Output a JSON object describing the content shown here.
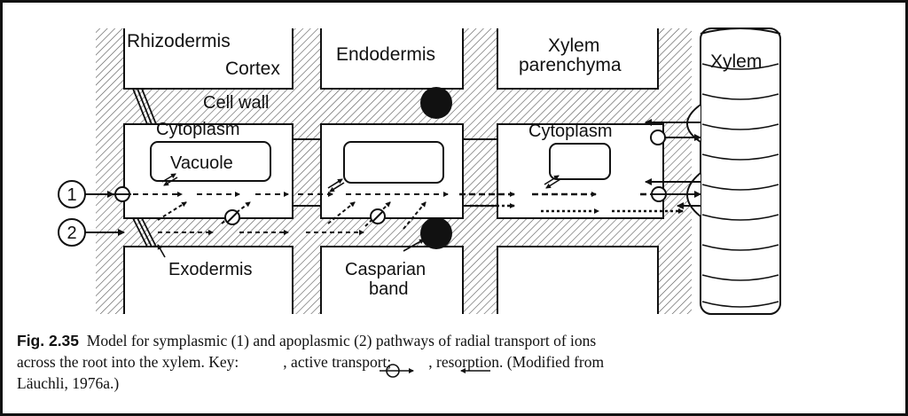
{
  "labels": {
    "rhizodermis": "Rhizodermis",
    "cortex": "Cortex",
    "endodermis": "Endodermis",
    "xylem_parenchyma_1": "Xylem",
    "xylem_parenchyma_2": "parenchyma",
    "xylem": "Xylem",
    "cell_wall": "Cell wall",
    "cytoplasm_left": "Cytoplasm",
    "cytoplasm_right": "Cytoplasm",
    "vacuole": "Vacuole",
    "exodermis": "Exodermis",
    "casparian_1": "Casparian",
    "casparian_2": "band",
    "pathway_1": "1",
    "pathway_2": "2"
  },
  "caption": {
    "fig": "Fig. 2.35",
    "line1": "Model for symplasmic (1) and apoplasmic (2) pathways of radial transport of ions",
    "line2a": "across the root into the xylem. Key:",
    "line2b": ", active transport;",
    "line2c": ", resorption. (Modified from",
    "line3": "Läuchli, 1976a.)"
  }
}
